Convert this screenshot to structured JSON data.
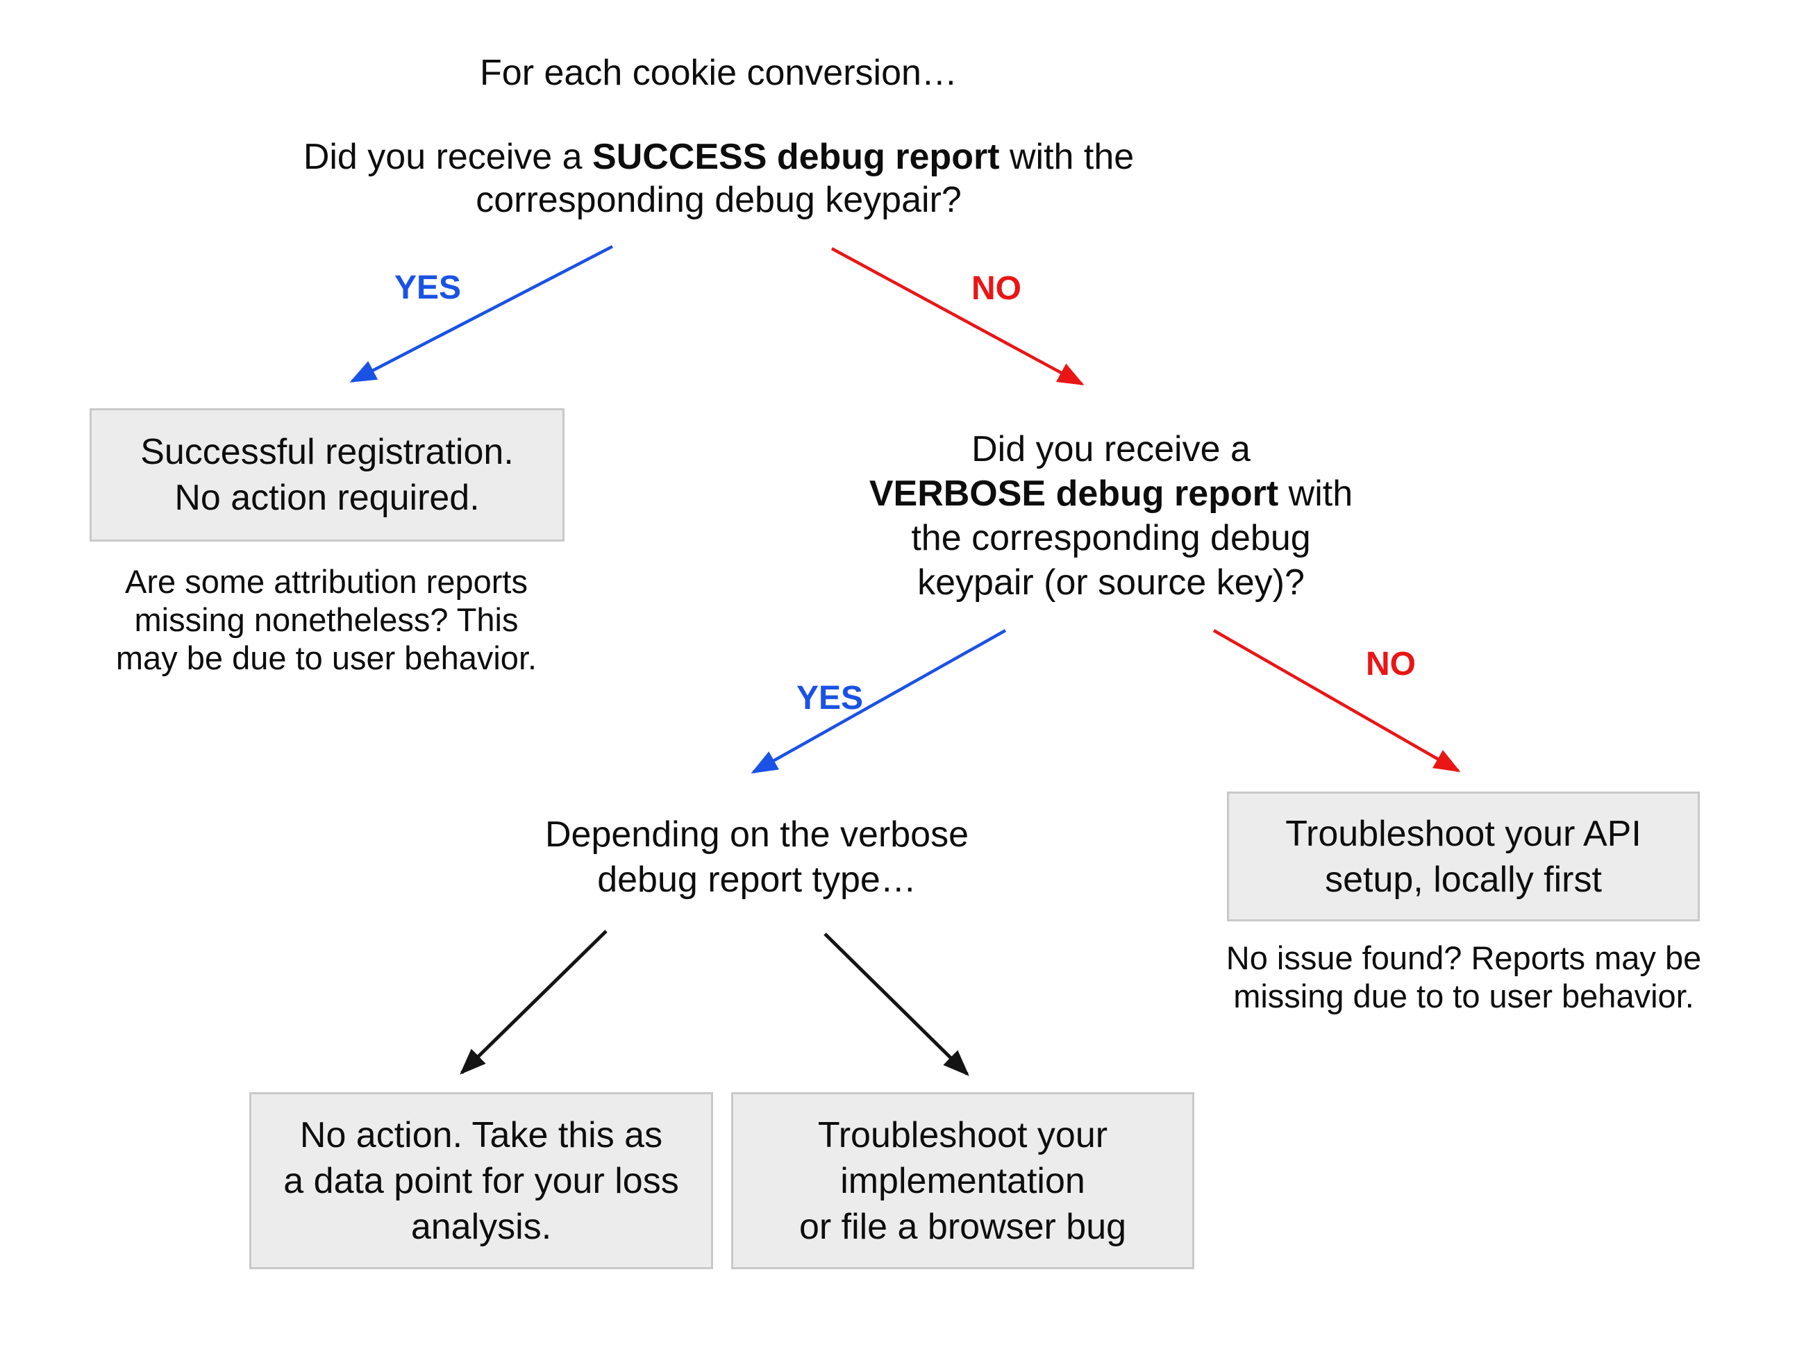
{
  "title": {
    "line1": "For each cookie conversion…",
    "line2_pre": "Did you receive a ",
    "line2_bold": "SUCCESS debug report",
    "line2_post": " with the",
    "line3": "corresponding debug keypair?"
  },
  "branch1": {
    "yes_label": "YES",
    "no_label": "NO"
  },
  "branch2": {
    "yes_label": "YES",
    "no_label": "NO"
  },
  "success_box": {
    "line1": "Successful registration.",
    "line2": "No action required."
  },
  "success_note": {
    "line1": "Are some attribution reports",
    "line2": "missing nonetheless? This",
    "line3": "may be due to user behavior."
  },
  "verbose_question": {
    "line1": "Did you receive a",
    "line2_bold": "VERBOSE debug report",
    "line2_post": " with",
    "line3": "the corresponding debug",
    "line4": "keypair (or source key)?"
  },
  "depending_node": {
    "line1": "Depending on the verbose",
    "line2": "debug report type…"
  },
  "api_box": {
    "line1": "Troubleshoot your API",
    "line2": "setup, locally first"
  },
  "api_note": {
    "line1": "No issue found? Reports may be",
    "line2": "missing due to to user behavior."
  },
  "loss_box": {
    "line1": "No action. Take this as",
    "line2": "a data point for your loss",
    "line3": "analysis."
  },
  "impl_box": {
    "line1": "Troubleshoot your",
    "line2": "implementation",
    "line3": "or file a browser bug"
  },
  "colors": {
    "yes_blue": "#1a52e6",
    "no_red": "#ea1515",
    "box_fill": "#ececec",
    "box_border": "#c9c9c9",
    "text": "#0d0d0d",
    "arrow_black": "#141414",
    "background": "#ffffff"
  }
}
